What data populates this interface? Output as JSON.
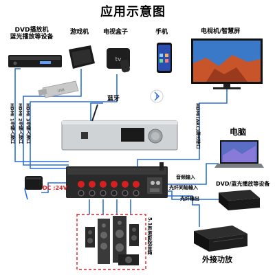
{
  "title": "应用示意图",
  "devices": {
    "dvd_top_line1": "DVD播放机",
    "dvd_top_line2": "蓝光播放等设备",
    "game_console": "游戏机",
    "tv_box": "电视盒子",
    "phone": "手机",
    "tv": "电视机/智慧屏",
    "computer": "电脑",
    "dvd_right": "DVD/蓝光播放等设备",
    "amplifier": "外接功放",
    "speakers": "5.1声道影院音箱"
  },
  "labels": {
    "bluetooth": "蓝牙",
    "hdmi1": "HDMI 1号输入接口",
    "hdmi2": "HDMI 2号输入接口",
    "hdmi3": "HDMI 3号输入接口",
    "hdmi_arc": "HDMI(ARC)输出接口",
    "audio_in": "音频输入",
    "optical_in": "光纤同轴输入",
    "optical_out": "光纤输出",
    "dc": "DC :24V",
    "bt_symbol": "✱"
  },
  "colors": {
    "wire": "#2b6fd6",
    "accent_red": "#e02020",
    "screen_sky": "#3a78c8",
    "screen_rock": "#c8552a"
  }
}
